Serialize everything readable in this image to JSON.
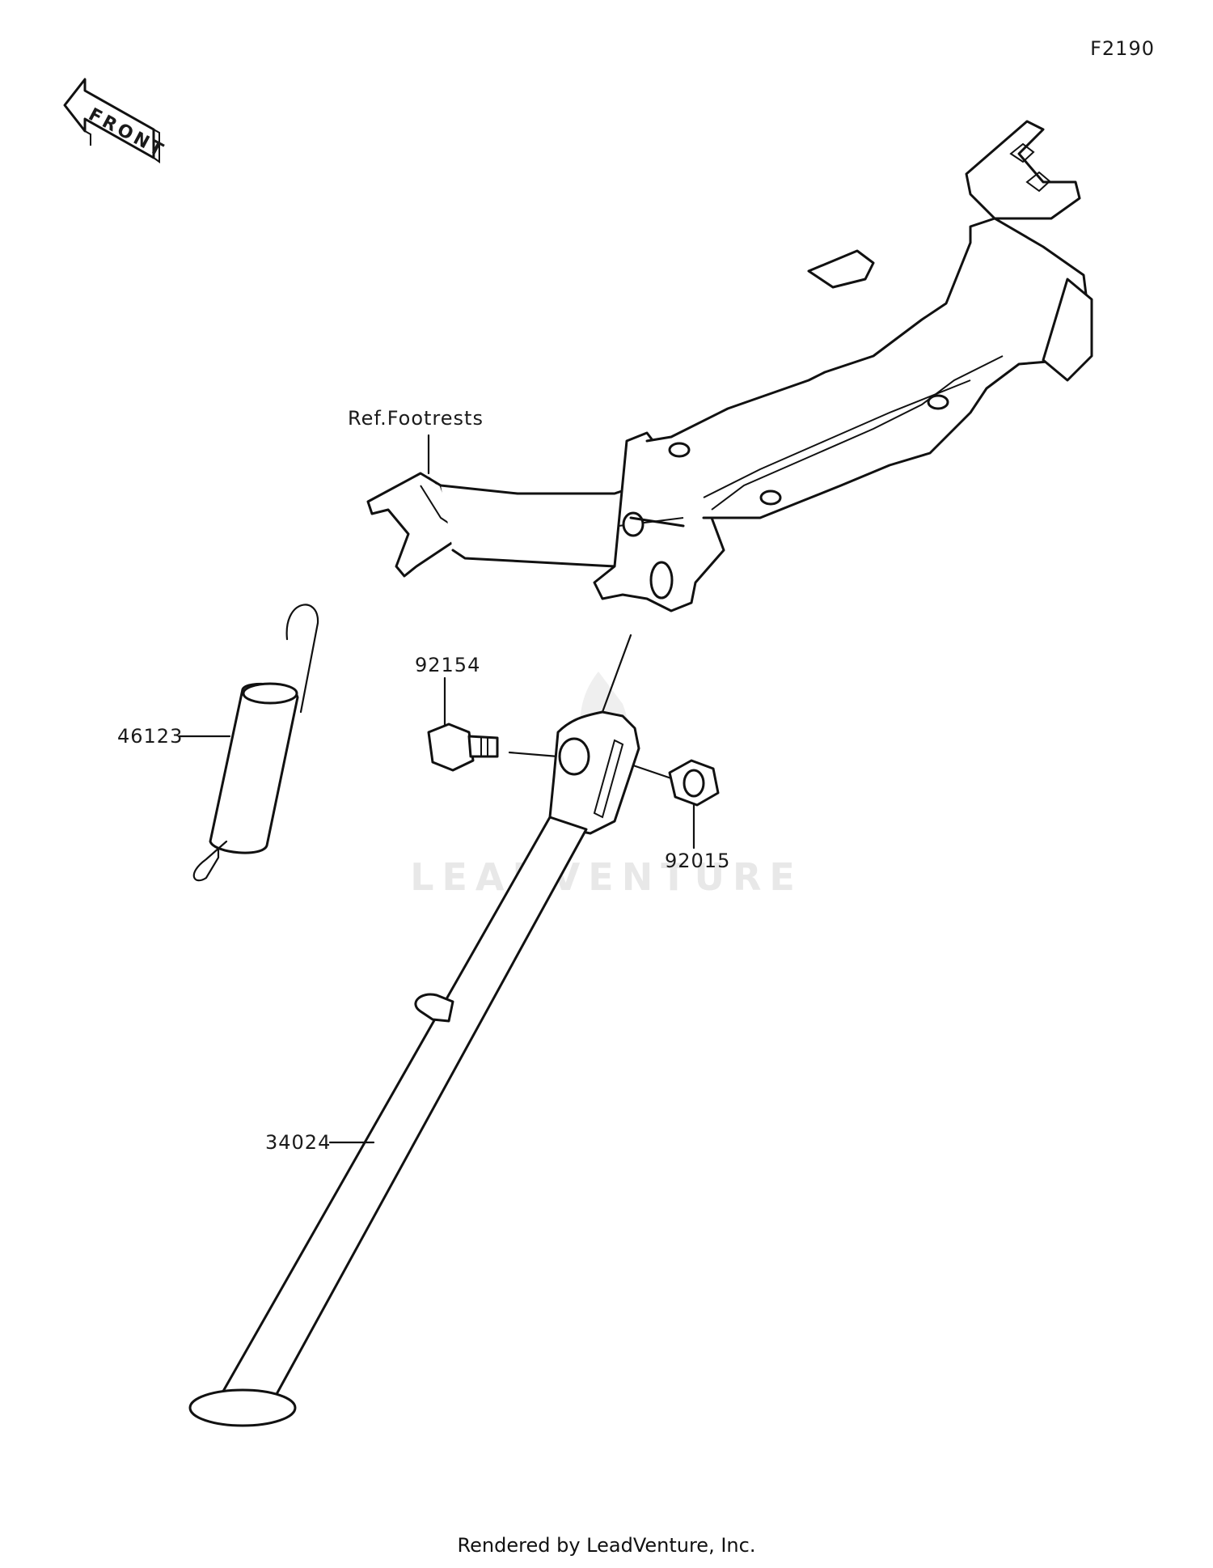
{
  "diagram_code": "F2190",
  "front_arrow_label": "FRONT",
  "reference_label": "Ref.Footrests",
  "parts": [
    {
      "number": "46123",
      "name": "spring"
    },
    {
      "number": "92154",
      "name": "bolt"
    },
    {
      "number": "92015",
      "name": "nut"
    },
    {
      "number": "34024",
      "name": "side-stand"
    }
  ],
  "watermark": "LEADVENTURE",
  "footer": "Rendered by LeadVenture, Inc."
}
